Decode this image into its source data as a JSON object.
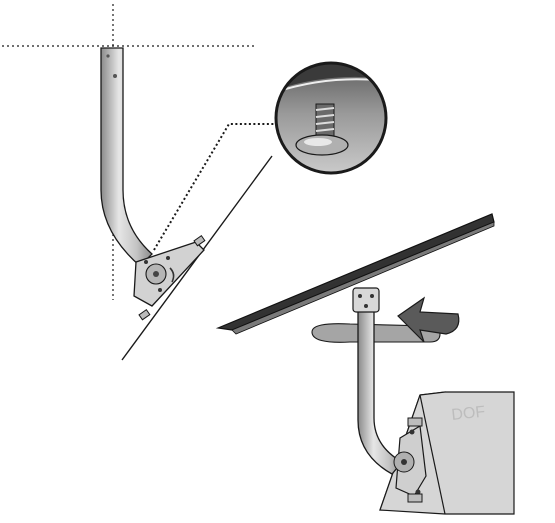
{
  "illustration": {
    "kind": "installation-diagram",
    "scenes": [
      {
        "id": "pipe-mount-on-sloped-roof",
        "has_reference_lines": true
      },
      {
        "id": "bolt-detail-magnified"
      },
      {
        "id": "dish-on-wall-mount",
        "rotation_hint": "curved-arrow"
      }
    ],
    "wall_marking": "DOF",
    "colors": {
      "line": "#1a1a1a",
      "pipe_light": "#e6e6e6",
      "pipe_mid": "#c4c4c4",
      "pipe_dark": "#8a8a8a",
      "dish_dark": "#2a2a2a",
      "dish_light": "#4a4a4a",
      "wall_front": "#d6d6d6",
      "wall_side": "#e6e6e6",
      "arrow": "#9a9a9a",
      "detail_bg": "#b8b8b8"
    }
  }
}
